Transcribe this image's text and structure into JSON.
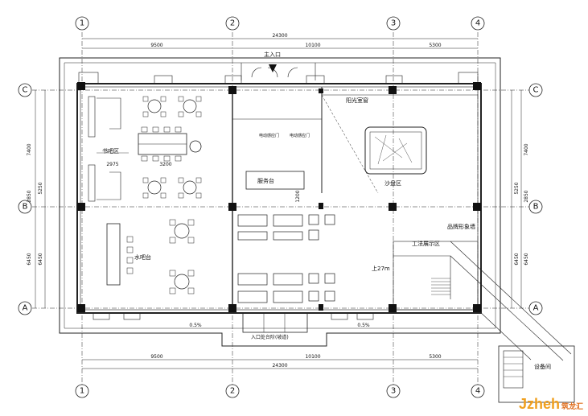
{
  "axes": {
    "columns": [
      "1",
      "2",
      "3",
      "4"
    ],
    "rows": [
      "C",
      "B",
      "A"
    ]
  },
  "dimensions": {
    "top_total": "24300",
    "top_spans": [
      "9500",
      "10100",
      "5300"
    ],
    "bottom_total": "24300",
    "bottom_spans": [
      "9500",
      "10100",
      "5300"
    ],
    "left": [
      "7400",
      "2850",
      "6450"
    ],
    "right": [
      "7400",
      "2850",
      "6450"
    ],
    "left_small": [
      "5250",
      "6450"
    ],
    "right_small": [
      "5250",
      "6450"
    ],
    "misc": [
      "0.5%",
      "0.5%",
      "2975",
      "3200",
      "1200",
      "上27m"
    ]
  },
  "labels": {
    "main_entrance": "主入口",
    "reading_area": "书吧区",
    "sand_table_area": "沙盘区",
    "service_desk": "服务台",
    "water_bar": "水吧台",
    "crafts_display_area": "工法展示区",
    "material_display": "品牌形象墙",
    "sunlight_room": "阳光室窗",
    "door_note_1": "电动感应门",
    "door_note_2": "电动感应门",
    "equipment_room": "设备间",
    "stair_note": "上27m",
    "lobby_note": "入口处台阶(坡道)"
  },
  "watermark": {
    "brand": "Jzheh",
    "brand_cn": "筑龙汇"
  }
}
